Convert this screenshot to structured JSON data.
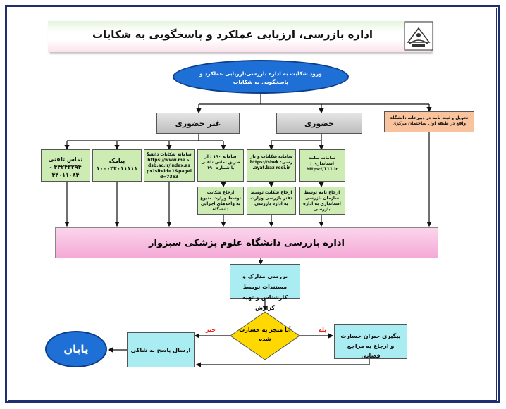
{
  "header": {
    "title": "اداره بازرسی، ارزیابی عملکرد و پاسخگویی به شکایات"
  },
  "logo": {
    "icon": "university-emblem-icon"
  },
  "start": {
    "text": "ورود شکایت به اداره بازرسی،ارزیابی عملکرد و پاسخگویی به شکایات"
  },
  "branches": {
    "in_person": "حضوری",
    "not_in_person": "غیر حضوری"
  },
  "central_office": {
    "text": "تحویل و ثبت نامه در دبیرخانه دانشگاه واقع در طبقه اول ساختمان مرکزی"
  },
  "channels": [
    {
      "text": "سامانه سامد استانداری : https://111.ir"
    },
    {
      "text": "سامانه شکایات و بازرسی: https://shekayat.baz resi.ir."
    },
    {
      "text": "سامانه ۱۹۰ : از طریق تماس تلفنی با شماره ۱۹۰"
    },
    {
      "text": "سامانه شکایات دانشگاه https://www.medsb.ac.ir/index.aspx?siteid=1&pageid=7363"
    },
    {
      "text": "پیامک ۱۰۰۰۴۴۰۱۱۱۱۱"
    },
    {
      "text": "تماس تلفنی ۴۴۲۴۳۲۹۴ - ۴۴۰۱۱۰۸۴"
    }
  ],
  "referrals": [
    {
      "text": "ارجاع نامه توسط سازمان بازرسی استانداری به اداره بازرسی"
    },
    {
      "text": "ارجاع شکایت توسط دفتر بازرسی وزارت به اداره بازرسی"
    },
    {
      "text": "ارجاع شکایت توسط وزارت متبوع به واحدهای اجرایی دانشگاه"
    }
  ],
  "inspection": {
    "text": "اداره بازرسی دانشگاه علوم پزشکی سبزوار"
  },
  "review": {
    "text": "بررسی مدارک و مستندات توسط کارشناس و تهیه گزارش"
  },
  "decision": {
    "text": "آیا منجر به خسارت شده",
    "yes": "بله",
    "no": "خیر"
  },
  "compensation": {
    "text": "پیگیری جبران خسارت و ارجاع به مراجع قضایی"
  },
  "reply": {
    "text": "ارسال پاسخ به شاکی"
  },
  "end": {
    "text": "پایان"
  }
}
